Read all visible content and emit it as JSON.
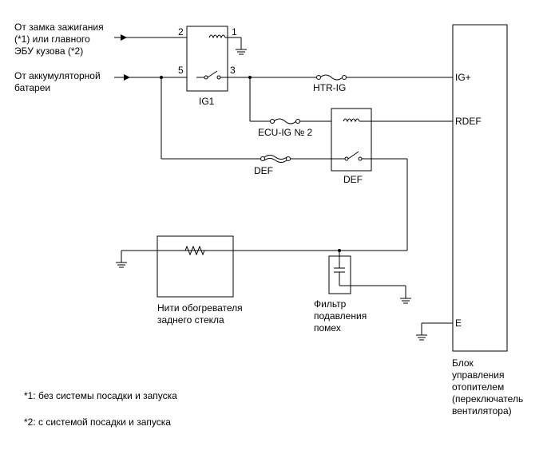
{
  "sources": {
    "ignition": [
      "От замка зажигания",
      "(*1) или главного",
      "ЭБУ кузова (*2)"
    ],
    "battery": [
      "От аккумуляторной",
      "батареи"
    ]
  },
  "relay_ig1": {
    "label": "IG1",
    "pin_coil_in": "2",
    "pin_coil_gnd": "1",
    "pin_sw_in": "5",
    "pin_sw_out": "3"
  },
  "relay_def": {
    "label": "DEF"
  },
  "fuses": {
    "htr_ig": "HTR-IG",
    "ecu_ig": "ECU-IG № 2",
    "def": "DEF"
  },
  "heater": [
    "Нити обогревателя",
    "заднего стекла"
  ],
  "filter": [
    "Фильтр",
    "подавления",
    "помех"
  ],
  "control_unit": {
    "pin_ig": "IG+",
    "pin_rdef": "RDEF",
    "pin_e": "E",
    "label": [
      "Блок",
      "управления",
      "отопителем",
      "(переключатель",
      "вентилятора)"
    ]
  },
  "footnotes": {
    "n1": "*1: без системы посадки и запуска",
    "n2": "*2: с системой посадки и запуска"
  }
}
